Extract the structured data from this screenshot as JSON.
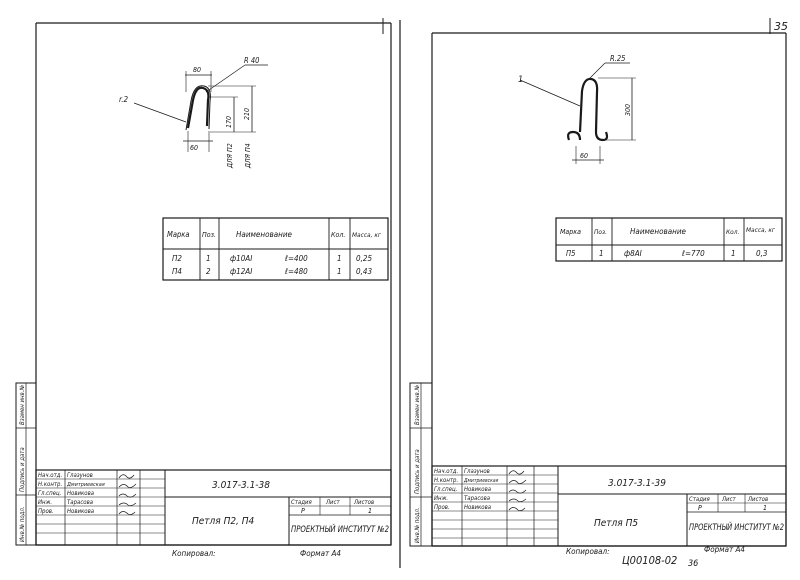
{
  "page_number": "35",
  "left_sheet": {
    "drawing_labels": {
      "radius_small": "r.2",
      "width_top": "80",
      "radius_big": "R 40",
      "height_inner": "170",
      "height_outer": "210",
      "width_bottom": "60",
      "for_p2": "ДЛЯ П2",
      "for_p4": "ДЛЯ П4"
    },
    "spec_table": {
      "headers": [
        "Марка",
        "Поз.",
        "Наименование",
        "Кол.",
        "Масса, кг"
      ],
      "rows": [
        {
          "mark": "П2",
          "pos": "1",
          "name": "ф10АI",
          "length": "ℓ=400",
          "qty": "1",
          "mass": "0,25"
        },
        {
          "mark": "П4",
          "pos": "2",
          "name": "ф12АI",
          "length": "ℓ=480",
          "qty": "1",
          "mass": "0,43"
        }
      ]
    },
    "side_stamp": [
      "Инв.№ подл.",
      "Подпись и дата",
      "Взамен инв.№"
    ],
    "title_block": {
      "people": [
        {
          "role": "Нач.отд.",
          "name": "Глазунов"
        },
        {
          "role": "Н.контр.",
          "name": "Дмитриевская"
        },
        {
          "role": "Гл.спец.",
          "name": "Новикова"
        },
        {
          "role": "Инж.",
          "name": "Тарасова"
        },
        {
          "role": "Пров.",
          "name": "Новикова"
        }
      ],
      "doc_code": "3.017-3.1-38",
      "title": "Петля П2, П4",
      "stage_header": "Стадия",
      "sheet_header": "Лист",
      "sheets_header": "Листов",
      "stage": "Р",
      "sheets": "1",
      "org": "ПРОЕКТНЫЙ ИНСТИТУТ №2"
    },
    "footer_copied": "Копировал:",
    "footer_format": "Формат А4"
  },
  "right_sheet": {
    "drawing_labels": {
      "leader_pos": "1",
      "radius": "R.25",
      "height": "300",
      "width": "60"
    },
    "spec_table": {
      "headers": [
        "Марка",
        "Поз.",
        "Наименование",
        "Кол.",
        "Масса, кг"
      ],
      "rows": [
        {
          "mark": "П5",
          "pos": "1",
          "name": "ф8АI",
          "length": "ℓ=770",
          "qty": "1",
          "mass": "0,3"
        }
      ]
    },
    "side_stamp": [
      "Инв.№ подл.",
      "Подпись и дата",
      "Взамен инв.№"
    ],
    "title_block": {
      "people": [
        {
          "role": "Нач.отд.",
          "name": "Глазунов"
        },
        {
          "role": "Н.контр.",
          "name": "Дмитриевская"
        },
        {
          "role": "Гл.спец.",
          "name": "Новикова"
        },
        {
          "role": "Инж.",
          "name": "Тарасова"
        },
        {
          "role": "Пров.",
          "name": "Новикова"
        }
      ],
      "doc_code": "3.017-3.1-39",
      "title": "Петля П5",
      "stage_header": "Стадия",
      "sheet_header": "Лист",
      "sheets_header": "Листов",
      "stage": "Р",
      "sheets": "1",
      "org": "ПРОЕКТНЫЙ ИНСТИТУТ №2"
    },
    "footer_copied": "Копировал:",
    "footer_archive": "Ц00108-02",
    "footer_sheet": "36",
    "footer_format": "Формат А4"
  }
}
